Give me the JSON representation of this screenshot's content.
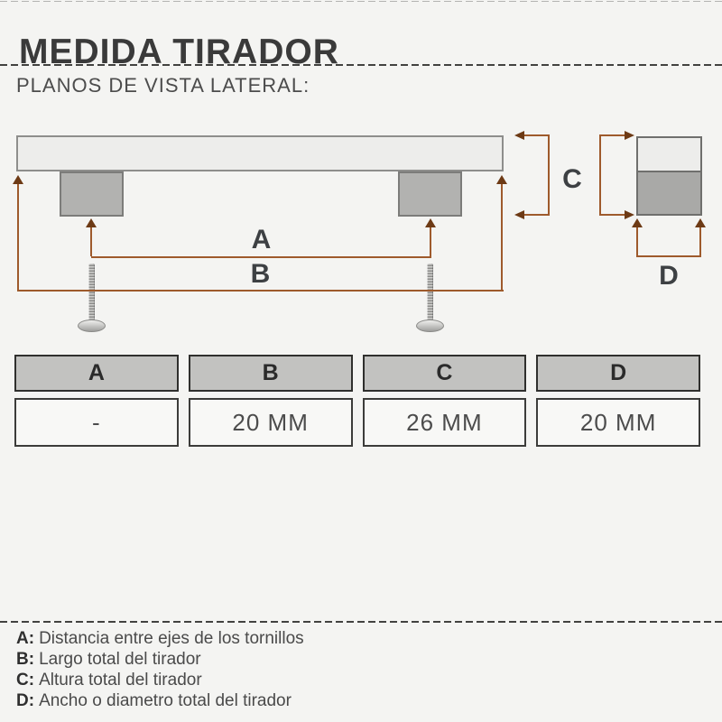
{
  "header": {
    "title": "MEDIDA TIRADOR",
    "subtitle": "PLANOS DE VISTA LATERAL:"
  },
  "diagram": {
    "labels": {
      "a": "A",
      "b": "B",
      "c": "C",
      "d": "D"
    }
  },
  "table": {
    "columns": [
      {
        "header": "A",
        "value": "-"
      },
      {
        "header": "B",
        "value": "20 MM"
      },
      {
        "header": "C",
        "value": "26 MM"
      },
      {
        "header": "D",
        "value": "20 MM"
      }
    ]
  },
  "legend": {
    "items": [
      {
        "key": "A:",
        "text": "Distancia entre ejes de los tornillos"
      },
      {
        "key": "B:",
        "text": "Largo total del tirador"
      },
      {
        "key": "C:",
        "text": "Altura total del tirador"
      },
      {
        "key": "D:",
        "text": "Ancho o diametro total del tirador"
      }
    ]
  },
  "colors": {
    "background": "#f4f4f2",
    "text_dark": "#3a3a3a",
    "dimension_line": "#9e5a2c",
    "arrowhead": "#6d3a15",
    "bar_fill": "#ededeb",
    "post_fill": "#b2b2b0",
    "table_header_fill": "#c2c2c0",
    "table_cell_fill": "#f8f8f6"
  }
}
